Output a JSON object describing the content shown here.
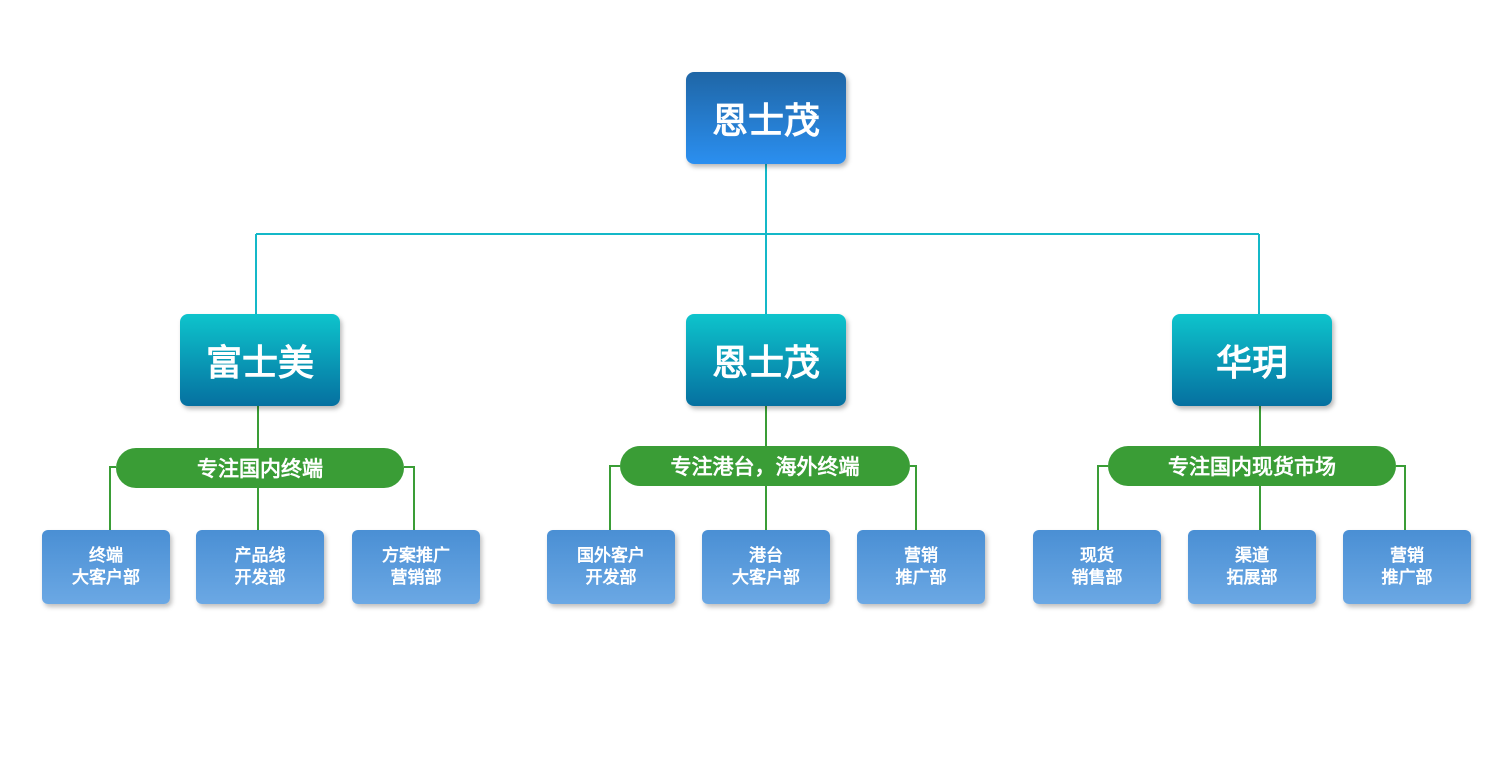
{
  "colors": {
    "connector_teal": "#14b8c8",
    "connector_green": "#3a9d36",
    "root_fill": "#2b8ff0",
    "company_fill": "#0e9ec0",
    "pill_fill": "#3a9d36",
    "dept_fill": "#5a9bdc"
  },
  "root": {
    "label": "恩士茂"
  },
  "companies": [
    {
      "name": "富士美",
      "focus": "专注国内终端",
      "departments": [
        {
          "line1": "终端",
          "line2": "大客户部"
        },
        {
          "line1": "产品线",
          "line2": "开发部"
        },
        {
          "line1": "方案推广",
          "line2": "营销部"
        }
      ]
    },
    {
      "name": "恩士茂",
      "focus": "专注港台，海外终端",
      "departments": [
        {
          "line1": "国外客户",
          "line2": "开发部"
        },
        {
          "line1": "港台",
          "line2": "大客户部"
        },
        {
          "line1": "营销",
          "line2": "推广部"
        }
      ]
    },
    {
      "name": "华玥",
      "focus": "专注国内现货市场",
      "departments": [
        {
          "line1": "现货",
          "line2": "销售部"
        },
        {
          "line1": "渠道",
          "line2": "拓展部"
        },
        {
          "line1": "营销",
          "line2": "推广部"
        }
      ]
    }
  ]
}
